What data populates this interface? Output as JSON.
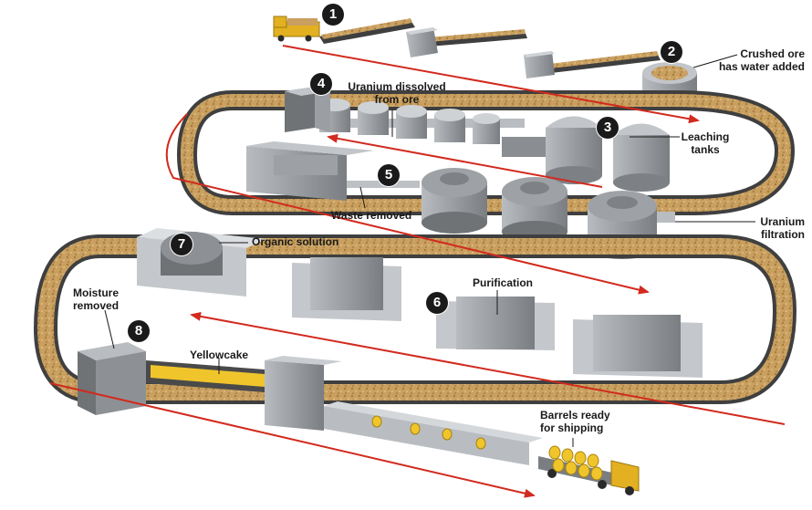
{
  "colors": {
    "conveyor_belt": "#3f3f3f",
    "ore": "#c9a060",
    "machine": "#a9adb1",
    "machine_dark": "#7e8286",
    "flow_arrow": "#d22a1e",
    "yellowcake": "#f0c52c",
    "truck": "#e2b020",
    "badge": "#1a1a1a"
  },
  "steps": [
    {
      "number": "1",
      "label": ""
    },
    {
      "number": "2",
      "label_line1": "Crushed ore",
      "label_line2": "has water added"
    },
    {
      "number": "3",
      "label_line1": "Leaching",
      "label_line2": "tanks"
    },
    {
      "number": "4",
      "label_line1": "Uranium dissolved",
      "label_line2": "from ore"
    },
    {
      "number": "5",
      "label_line1": "Waste removed"
    },
    {
      "number": "6",
      "label_line1": "Purification"
    },
    {
      "number": "7",
      "label_line1": "Organic solution"
    },
    {
      "number": "8",
      "label_line1": "Moisture",
      "label_line2": "removed"
    }
  ],
  "extra_labels": {
    "uranium_filtration_line1": "Uranium",
    "uranium_filtration_line2": "filtration",
    "yellowcake": "Yellowcake",
    "barrels_line1": "Barrels ready",
    "barrels_line2": "for shipping"
  },
  "icons": [
    "dump-truck-icon",
    "barrel-icon",
    "tank-icon",
    "conveyor-icon",
    "flow-arrow-icon"
  ]
}
